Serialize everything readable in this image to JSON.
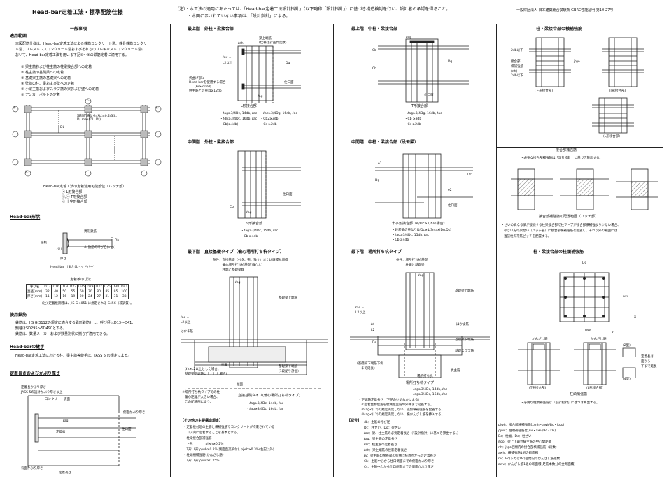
{
  "header": {
    "title": "Head-bar定着工法・標準配筋仕様",
    "note1": "（注）・本工法の適用にあたっては、「Head-bar定着工法設計指針」（以下略称「設計指針」）に基づき構造検討を行い、設計者の承認を得ること。",
    "note2": "・本図に示されていない事項は、「設計指針」による。",
    "cert": "一般財団法人 日本建築総合試験所 GBRC性能証明 第10-27号"
  },
  "col1": {
    "heading": "一般事項",
    "scope_title": "適用範囲",
    "scope_text": [
      "本図配筋仕様は、Head-bar定着工法による鉄筋コンクリート造、鉄骨鉄筋コンクリー",
      "ト造、プレストレスコンクリート造およびそれらのプレキャストコンクリート造に",
      "おいて、Head-bar定着工法を用いる下記①～⑤の鉄筋定着に適用する。"
    ],
    "scope_items": [
      "① 梁主筋および柱主筋の柱梁接合部への定着",
      "② 柱主筋の基礎梁への定着",
      "③ 基礎梁主筋の基礎梁への定着",
      "④ 壁筋の柱、梁および壁への定着",
      "⑤ 小梁主筋およびスラブ筋の梁および壁への定着",
      "⑥ アンカーボルトの定着"
    ],
    "plan_labels": {
      "a": "ⓐ",
      "b": "ⓑ",
      "c": "ⓒ",
      "d": "ⓓ",
      "note": "設計配筋ならびに≧0.2/3(L, D) max(DL, Dt)",
      "dl": "DL"
    },
    "plan_caption": "Head-bar定着工法の定着適用可能部位（ハッチ部）",
    "plan_legend": [
      "ⓐ L形接合部",
      "ⓑ,ⓒ T形接合部",
      "ⓓ 十字形接合部"
    ],
    "shape_title": "Head-bar形状",
    "shape_labels": {
      "head": "異形鉄筋",
      "nut": "座板",
      "bar": "バリ",
      "d": "d: 鉄筋の呼び名(mm)",
      "dh": "Dh",
      "thick": "厚さ",
      "caption": "Head-bar（またはヘッドバー）"
    },
    "table_title": "定着板の寸法",
    "table_header": [
      "呼び名",
      "D13",
      "D16",
      "D19",
      "D22",
      "D25",
      "D29",
      "D32",
      "D35",
      "D38",
      "D41"
    ],
    "table_rows": [
      [
        "直径(mm)",
        "32",
        "40",
        "50",
        "55",
        "60",
        "70",
        "80",
        "85",
        "95",
        "100"
      ],
      [
        "厚さ(mm)",
        "11",
        "12",
        "16",
        "19",
        "20",
        "24",
        "27",
        "31",
        "31",
        "33"
      ]
    ],
    "table_note": "(注) 定着板鋼種は、JIS G 4051 に規定される S45C（非調質）。",
    "rebar_title": "使用鉄筋",
    "rebar_text": [
      "鉄筋は、JIS G 3112の規定に適合する異形鉄筋とし、呼び径はD13～D41、",
      "鋼種はSD295～SD490とする。",
      "鉄筋は、数量メーカーおよび数量別状に揃らず適用できる。"
    ],
    "joint_title": "Head-barの継手",
    "joint_text": "Head-bar定着工法における柱、梁主筋等継手は、JASS 5 の規定による。",
    "cover_title": "定着長さおよびかぶり厚さ",
    "cover_labels": {
      "a": "定着長かぶり厚さ",
      "b": "JASS 5の設計かぶり厚さ以上",
      "c": "コンクリート表面",
      "d": "側面かぶり厚さ",
      "e": "ℓag",
      "f": "仕口面",
      "g": "背面かぶり厚さ",
      "h": "定着長さ",
      "i": "定着板",
      "j": "仕口面"
    }
  },
  "col2": {
    "top_title": "最上階　外柱・梁接合部",
    "top_labels": {
      "a": "梁上端筋",
      "b": "(仕様は計画代定数)",
      "c": "ℓdh",
      "d": "ℓav =",
      "e": "L2以上",
      "f": "Dg",
      "g": "折曲げ部に",
      "h": "Head-barを使用する場合",
      "i": "(ℓv≥2.0ℓd)",
      "j": "柱主筋との重ね≥12db",
      "k": "仕口面",
      "l": "ℓag"
    },
    "top_caption": "L形接合部",
    "top_formulas": [
      "・ℓag≥3/4Dc, 14db, ℓac　・ℓac≥3/4Dg, 16db, ℓac",
      "・ℓdh≥3/4Dc, 16db, ℓac　・Cb2≥3db",
      "・Cb(≥4db)　　　　　　　・Cs ≥2db"
    ],
    "mid_title": "中間階　外柱・梁接合部",
    "mid_labels": {
      "a": "仕口面",
      "b": "Cb",
      "c": "ℓag"
    },
    "mid_caption": "ト形接合部",
    "mid_formulas": [
      "・ℓag≥3/4Dc, 15db, ℓac",
      "・Cb ≥4db"
    ],
    "base_title": "最下階　直接基礎タイプ（偏心場所打ち杭タイプ）",
    "base_cond": [
      "条件：直接基礎（ベタ，布，独立）または既成杭基礎",
      "　　　偏心場所打ち杭基礎(偏心大)",
      "　　　柱端と基礎梁端"
    ],
    "base_labels": {
      "a": "ℓag",
      "b": "基礎梁上端筋",
      "c": "ℓac =",
      "d": "L2以上",
      "e": "はかま筋",
      "f": "柱脚",
      "g": "(ℓv≥L2以上とした場合、",
      "h": "基礎梁下端筋以上とした場合)",
      "i": "基礎梁下端筋",
      "j": "(1段配り計画)",
      "k": "柱面",
      "l": "Ds"
    },
    "base_note": [
      "＊場所打ち杭タイプでの柱",
      "偏心距離が大きい場合、",
      "この配筋例に従う。"
    ],
    "base_caption": "直接基礎タイプ(偏心場所打ち杭タイプ)",
    "base_formulas": [
      "・ℓag≥3/4Dc, 14db, ℓac",
      "・ℓag≥3/4Dc, 16db, ℓac"
    ],
    "other_title": "【その他の主要構造規定】",
    "other_lines": [
      "・定着板付近の主筋と横補強筋でコンクリートが拘束されている",
      "　コア内に定着することを基本とする。",
      "・柱梁接合部補強筋",
      "　ト形　　　　ρjwh≥0.2%",
      "　T形, L形 ρjwh≥0.2%(側面直交梁付), ρjwh≥0.3%(左記以外)",
      "・柱頭横補強筋(かんざし筋)",
      "　T形, L形 ρjwv≥0.25%"
    ]
  },
  "col3": {
    "top_title": "最上階　中柱・梁接合部",
    "top_labels": {
      "a": "ℓag",
      "b": "Cb",
      "c": "Cb",
      "d": "Dg",
      "e": "仕口面"
    },
    "top_caption": "T形接合部",
    "top_formulas": [
      "・ℓag≥3/4Dg, 16db, ℓac",
      "・Cb ≥3db",
      "・Cs ≥2db"
    ],
    "mid_title": "中間階　中柱・梁接合部（段差梁）",
    "mid_labels": {
      "a": "Dc",
      "b": "e1",
      "c": "Dg",
      "d": "e2",
      "e": "仕口面"
    },
    "mid_caption": "十字形接合部（e/Dc>1/8の場合）",
    "mid_formulas": [
      "・段差梁の重なりD/Dc≥1/3max(Dg,Ds)",
      "・ℓag≥3/4Dc, 15db, ℓac",
      "・Cb ≥4db"
    ],
    "base_title": "最下階　場所打ち杭タイプ",
    "base_cond": [
      "条件：場所打ち杭基礎",
      "　　　柱脚と基礎梁"
    ],
    "base_labels": {
      "a": "ℓag",
      "b": "基礎梁上端筋",
      "c": "ℓac =",
      "d": "L2以上",
      "e": "はかま筋",
      "f": "基礎梁下端筋",
      "g": "基礎スラブ筋",
      "h": "杭主筋",
      "i": "(基礎梁下端筋下側",
      "j": "まで延長)",
      "k": "場所打ち杭",
      "l": "ℓd",
      "m": "L2",
      "n": "Ds"
    },
    "base_caption": "場所打ち杭タイプ",
    "base_formulas": [
      "・ℓag≥3/4Dc, 14db, ℓac",
      "・ℓag≥3/4Dc, 16db, ℓac"
    ],
    "base_note": [
      "・下端筋定着長さ（下記のいずれかによる）",
      "　①定着金物位置を杭側柱主筋の外側まで延長する。",
      "　②ℓag<(L2)の規定満足しない、追加横補強筋を配置する。",
      "　③ℓag<(L2)の規定満足しない、横かんざし筋を挿入する。"
    ],
    "sym_title": "【記号】",
    "sym_lines": [
      "db：主筋の呼び径",
      "Dc：柱せい、Dg：梁せい",
      "ℓac：梁、柱主筋の必要定着長さ（「設計指針」に基づき算出する。）",
      "ℓag：梁主筋の定着長さ",
      "ℓac：柱主筋の定着長さ",
      "ℓdh：梁上端筋の投影定着長さ",
      "ℓv：梁主筋の余長部の折曲げ経過点からの定着長さ",
      "Cb：主筋中心から仕口側面までの側面かぶり厚さ",
      "Cs：主筋中心から仕口側面までの側面かぶり厚さ"
    ]
  },
  "col4": {
    "top_title": "柱・梁接合部の横補強筋",
    "top_labels": {
      "a": "2db以下",
      "b": "接合部",
      "c": "横補強筋",
      "d": "(nh)",
      "e": "jtgo",
      "f": "(ト形接合部)",
      "g": "(T形接合部)",
      "h": "(L形接合部)",
      "i": "2db以下"
    },
    "joint_title": "接合部補強筋",
    "joint_note": "・必要な接合部補強筋は「設計指針」に基づき算出する。",
    "hatch_caption": "接合部補強筋の配置範囲（ハッチ部）",
    "hatch_note": [
      "・せいの異なる梁が接続する柱梁接合部で柱フープが接合部横補強より少ない場合、",
      "小さい方の梁せい（ハッチ部）に接合部横補強筋を配置し、それ以外の範囲には",
      "当該柱の帯筋ピッチを配置する。"
    ],
    "col_title": "柱・梁接合部の柱頭補強筋",
    "col_labels": {
      "a": "Dc",
      "b": "nvx",
      "c": "nvy",
      "d": "X",
      "e": "Y",
      "f": "かんざし筋",
      "g": "かんざし筋",
      "h": "(2型)",
      "i": "(4型)",
      "j": "定着長さ",
      "k": "面から",
      "l": "下まで延長"
    },
    "col_captions": [
      "(T形接合部)",
      "(L形接合部)"
    ],
    "col_sub": "柱頭補強筋",
    "col_note": "・必要な柱頭補強筋は「設計指針」に基づき算出する。",
    "sym_lines": [
      "ρjwh：接合部横補強筋比(nh・awh/Bc・jtgo)",
      "ρjwv：柱頭補強筋比(nv・awv/Bc・Dc)",
      "Bc：柱幅、Dc：柱せい",
      "jtgo：梁上下最外縁主筋の中心間距離",
      "nh：jtgo区間内の接合部横補強筋（段数）",
      "awh：横補強筋1組の断面積",
      "nv：Bc(またはDc)区間内のかんざし筋組数",
      "awv：かんざし筋1組の断面積(足筋本数分の全断面積)"
    ]
  }
}
